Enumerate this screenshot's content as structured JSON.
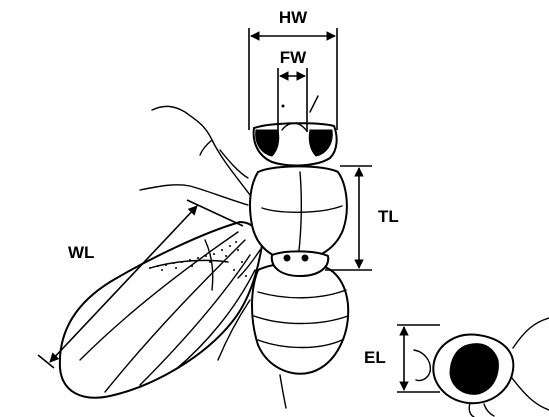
{
  "labels": {
    "hw": "HW",
    "fw": "FW",
    "tl": "TL",
    "wl": "WL",
    "el": "EL"
  }
}
